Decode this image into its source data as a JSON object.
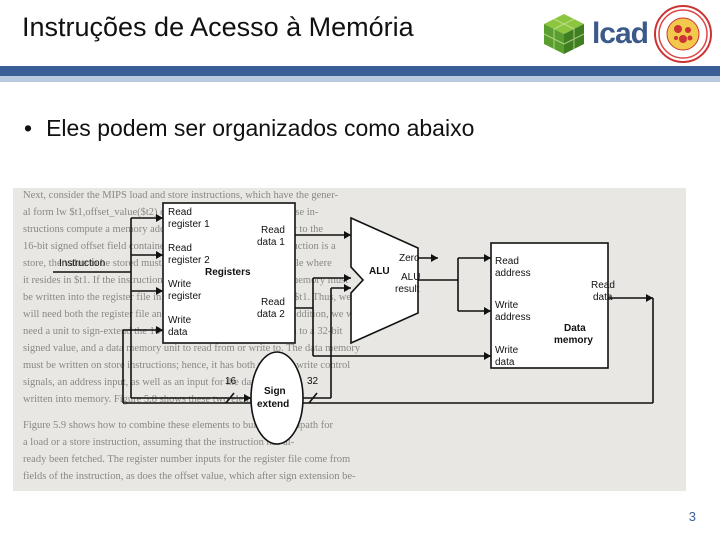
{
  "slide": {
    "title": "Instruções de Acesso à Memória",
    "bullet_symbol": "•",
    "bullet_text": "Eles podem ser organizados como abaixo",
    "page_number": "3"
  },
  "logos": {
    "lcad_text": "lcad",
    "cube_icon": "green-cube-icon",
    "seal_icon": "university-seal-icon"
  },
  "colors": {
    "header_bar": "#3a5f97",
    "header_bar_light": "#b9c9df",
    "lcad_blue": "#3b5a8a",
    "page_number": "#3a5f97"
  },
  "diagram": {
    "instruction": "Instruction",
    "reg_read1_a": "Read",
    "reg_read1_b": "register 1",
    "reg_read2_a": "Read",
    "reg_read2_b": "register 2",
    "reg_write_a": "Write",
    "reg_write_b": "register",
    "reg_wdata_a": "Write",
    "reg_wdata_b": "data",
    "reg_rdata1_a": "Read",
    "reg_rdata1_b": "data 1",
    "reg_rdata2_a": "Read",
    "reg_rdata2_b": "data 2",
    "registers": "Registers",
    "alu": "ALU",
    "zero": "Zero",
    "alu_result_a": "ALU",
    "alu_result_b": "result",
    "mem_raddr_a": "Read",
    "mem_raddr_b": "address",
    "mem_waddr_a": "Write",
    "mem_waddr_b": "address",
    "mem_wdata_a": "Write",
    "mem_wdata_b": "data",
    "mem_rdata_a": "Read",
    "mem_rdata_b": "data",
    "data_memory_a": "Data",
    "data_memory_b": "memory",
    "sign_extend_a": "Sign",
    "sign_extend_b": "extend",
    "bits_16": "16",
    "bits_32": "32"
  },
  "background_text": [
    "Next, consider the MIPS load and store instructions, which have the gener-",
    "al form lw $t1,offset_value($t2) or sw $t1,offset_value($t2). These in-",
    "structions compute a memory address by adding the base register to the",
    "16-bit signed offset field contained in the instruction. If the instruction is a",
    "store, the value to be stored must also be read from the register file where",
    "it resides in $t1. If the instruction is a load, the value read from memory must",
    "be written into the register file in the specified register, which is $t1. Thus, we",
    "will need both the register file and the ALU from Figure 5.7. In addition, we will",
    "need a unit to sign-extend the 16-bit offset field in the instruction to a 32-bit",
    "signed value, and a data memory unit to read from or write to. The data memory",
    "must be written on store instructions; hence, it has both read and write control",
    "signals, an address input, as well as an input for the data to be",
    "written into memory. Figure 5.8 shows these two elements.",
    "Figure 5.9 shows how to combine these elements to build the datapath for",
    "a load or a store instruction, assuming that the instruction has al-",
    "ready been fetched. The register number inputs for the register file come from",
    "fields of the instruction, as does the offset value, which after sign extension be-"
  ]
}
